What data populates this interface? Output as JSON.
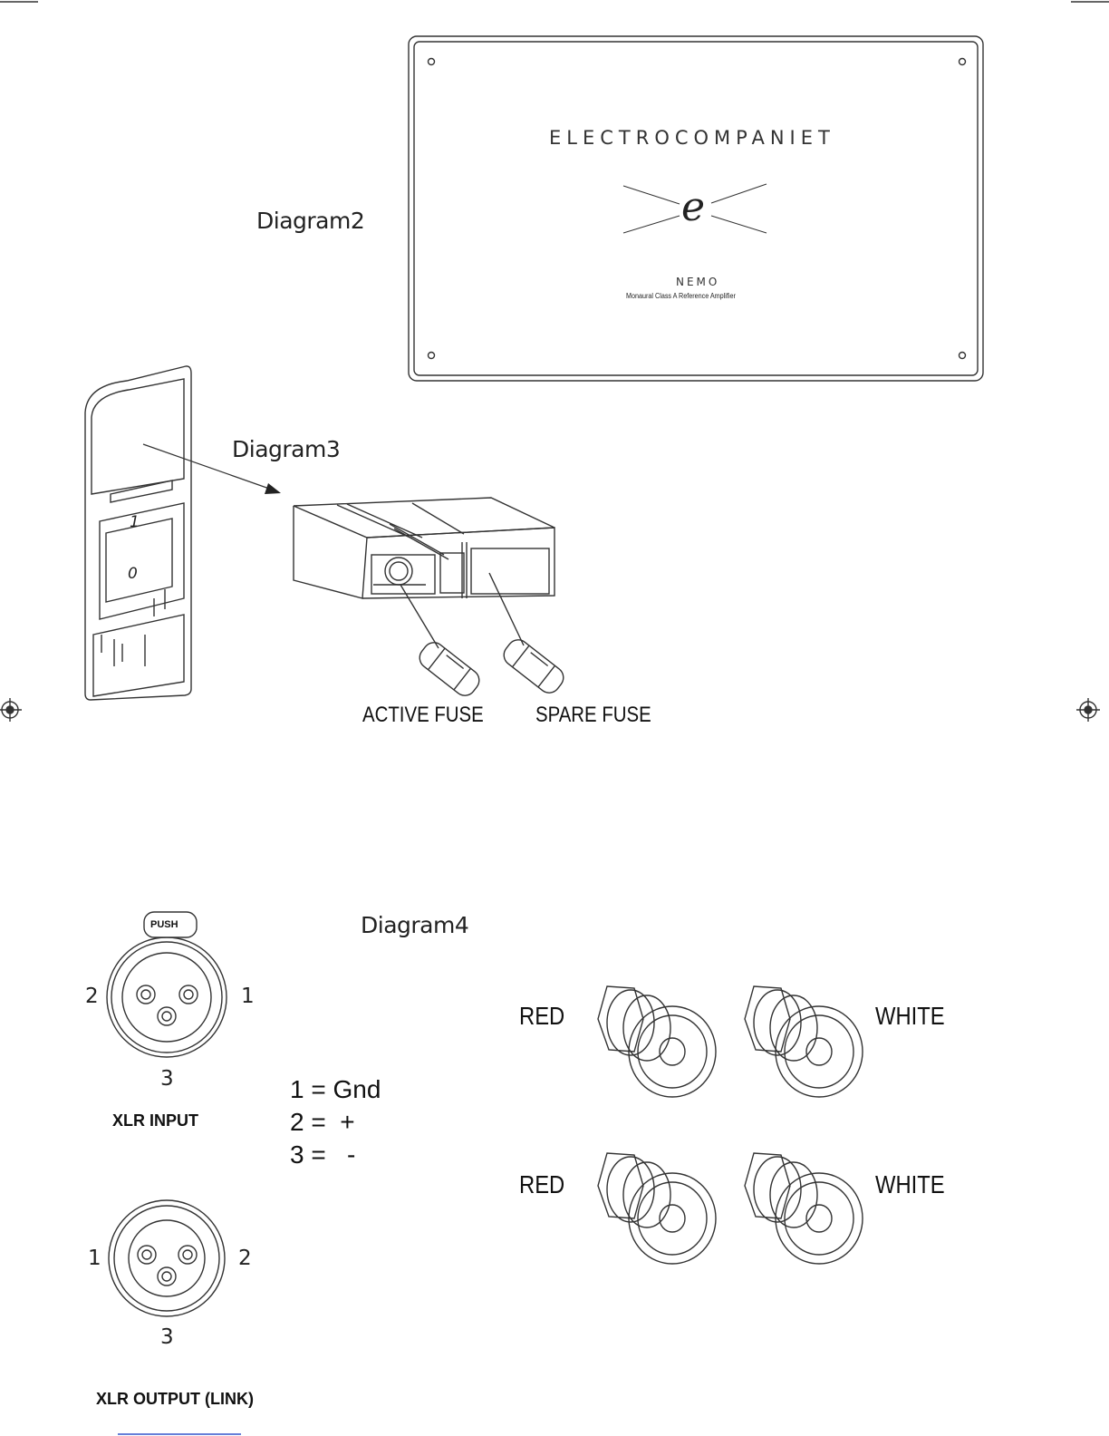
{
  "diagram2": {
    "label": "Diagram2",
    "brand": "ELECTROCOMPANIET",
    "logo_glyph": "e",
    "model": "NEMO",
    "tagline": "Monaural Class A Reference Amplifier"
  },
  "diagram3": {
    "label": "Diagram3",
    "switch_on": "1",
    "switch_off": "0",
    "active_fuse": "ACTIVE FUSE",
    "spare_fuse": "SPARE FUSE"
  },
  "diagram4": {
    "label": "Diagram4",
    "xlr_input": {
      "push": "PUSH",
      "pin_left": "2",
      "pin_right": "1",
      "pin_bottom": "3",
      "caption": "XLR INPUT"
    },
    "xlr_output": {
      "pin_left": "1",
      "pin_right": "2",
      "pin_bottom": "3",
      "caption": "XLR OUTPUT (LINK)"
    },
    "pinout": [
      "1 = Gnd",
      "2 =  +",
      "3 =   -"
    ],
    "terminals": {
      "top_left": "RED",
      "top_right": "WHITE",
      "bottom_left": "RED",
      "bottom_right": "WHITE"
    }
  },
  "colors": {
    "line": "#333333",
    "link": "#3355cc"
  },
  "icons": [
    "registration-mark-icon"
  ]
}
